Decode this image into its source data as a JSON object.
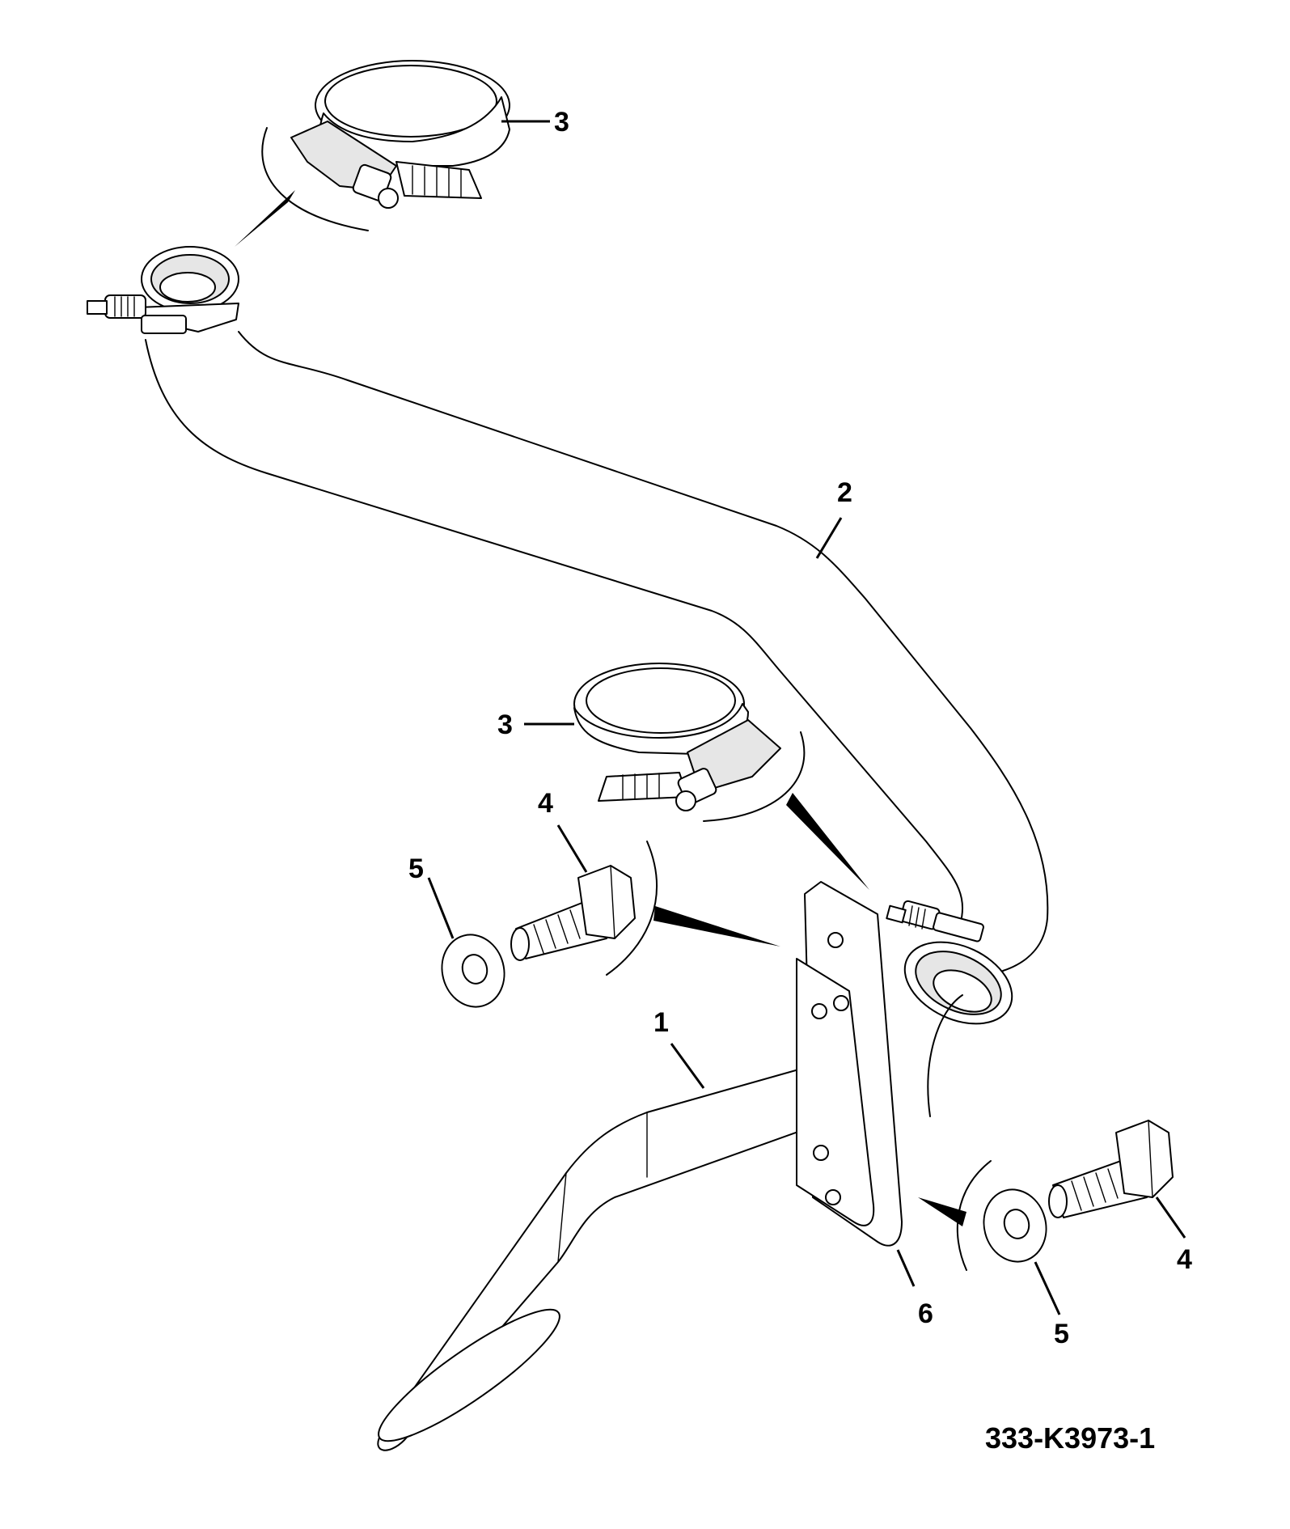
{
  "figure": {
    "reference": "333-K3973-1"
  },
  "callouts": {
    "c1": "1",
    "c2": "2",
    "c3_top": "3",
    "c3_mid": "3",
    "c4_left": "4",
    "c4_right": "4",
    "c5_left": "5",
    "c5_right": "5",
    "c6": "6"
  }
}
